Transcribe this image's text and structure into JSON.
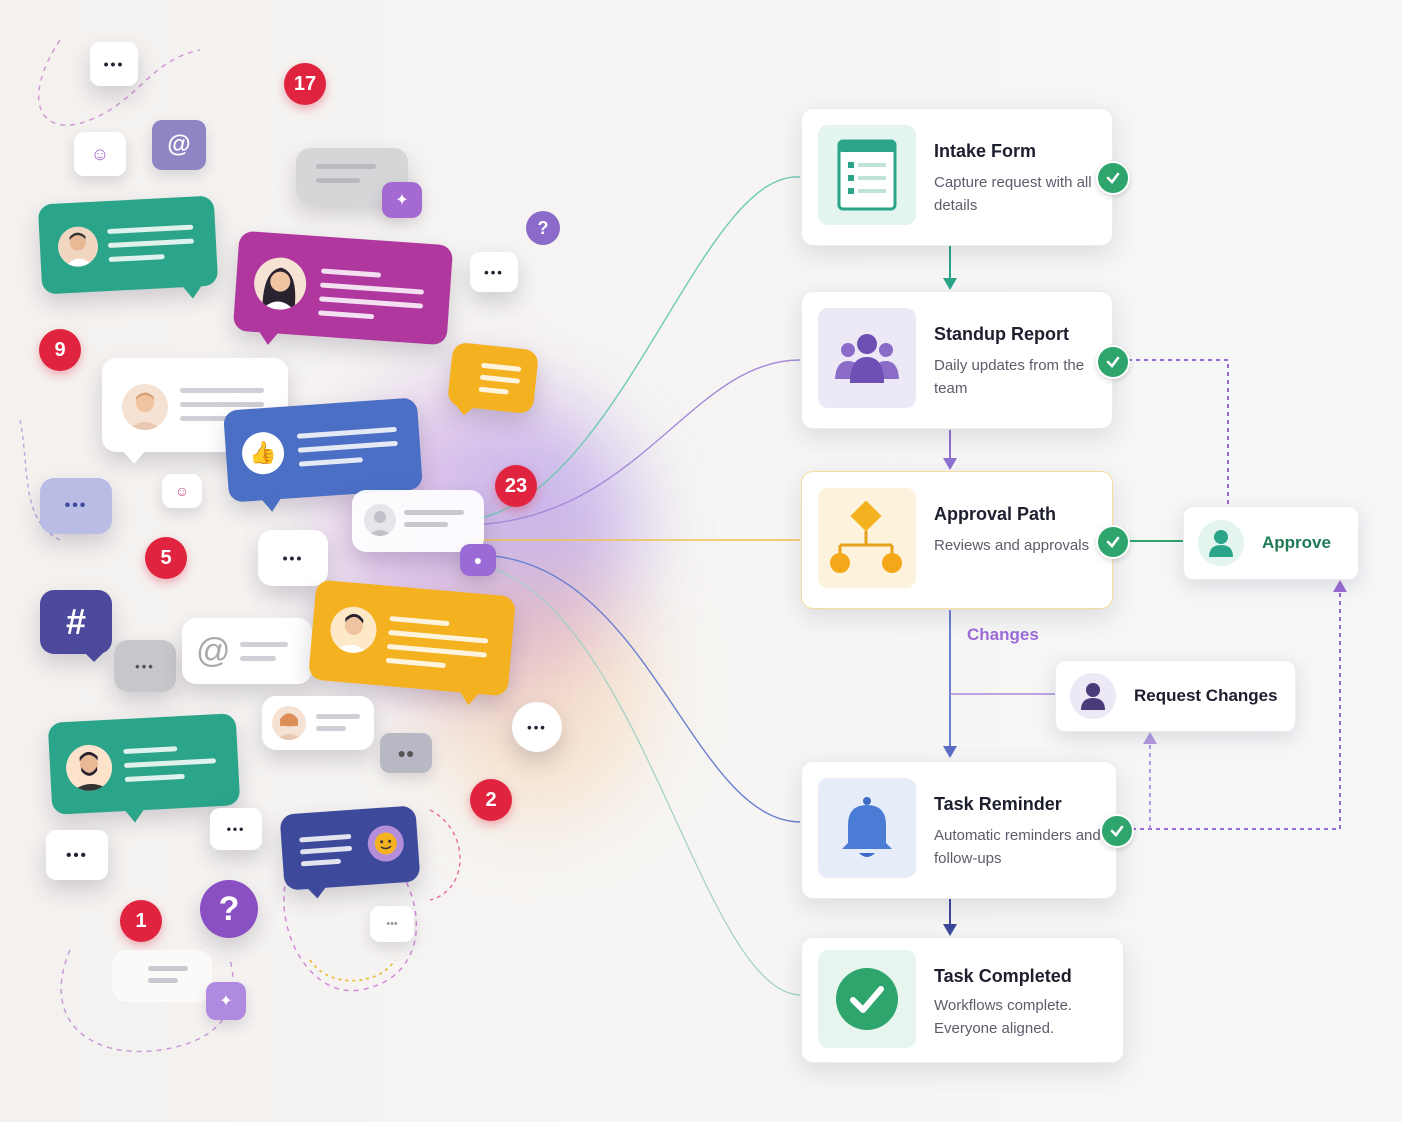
{
  "badges": {
    "b17": "17",
    "b9": "9",
    "b23": "23",
    "b5": "5",
    "b2": "2",
    "b1": "1"
  },
  "symbols": {
    "hash": "#",
    "at": "@",
    "question": "?",
    "question_small": "?",
    "dots": "•••"
  },
  "workflow": {
    "intake": {
      "title": "Intake Form",
      "desc": "Capture request with all details",
      "icon": "form-icon"
    },
    "standup": {
      "title": "Standup Report",
      "desc": "Daily updates from the team",
      "icon": "team-icon"
    },
    "approval": {
      "title": "Approval Path",
      "desc": "Reviews and approvals",
      "icon": "flow-icon"
    },
    "reminder": {
      "title": "Task Reminder",
      "desc": "Automatic reminders and follow-ups",
      "icon": "bell-icon"
    },
    "completed": {
      "title": "Task Completed",
      "desc": "Workflows complete. Everyone aligned.",
      "icon": "check-circle-icon"
    },
    "approve": {
      "label": "Approve"
    },
    "request_changes": {
      "label": "Request Changes"
    },
    "changes_label": "Changes"
  },
  "colors": {
    "green": "#2ea56d",
    "teal": "#2aa58a",
    "purple": "#7c5cc4",
    "magenta": "#b0379e",
    "blue": "#4a6fc4",
    "navy": "#3d4a9c",
    "yellow": "#f4b221",
    "red": "#e0243f"
  }
}
